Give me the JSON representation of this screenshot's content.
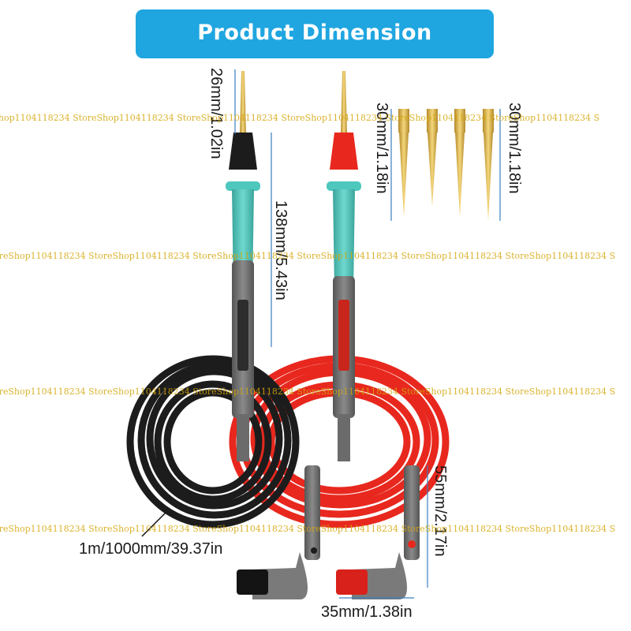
{
  "header": {
    "title": "Product Dimension",
    "color": "#1fa6e0"
  },
  "dimensions": {
    "tip_length": "26mm/1.02in",
    "probe_length": "138mm/5.43in",
    "spare_tip_left": "30mm/1.18in",
    "spare_tip_right": "30mm/1.18in",
    "cable_length": "1m/1000mm/39.37in",
    "plug_height": "55mm/2.17in",
    "plug_width": "35mm/1.38in"
  },
  "watermark": {
    "text": "StoreShop1104118234 StoreShop1104118234 StoreShop1104118234 StoreShop1104118234 StoreShop1104118234 StoreShop1104118234 StoreShop1104118234"
  },
  "colors": {
    "black_lead": "#1c1c1c",
    "red_lead": "#e8281e",
    "grip": "#4ec7bd",
    "handle": "#707070",
    "gold_tip": "#d8b24a"
  },
  "icons": [
    "probe-black",
    "probe-red",
    "gold-tip",
    "banana-plug-black",
    "banana-plug-red",
    "coiled-cable"
  ]
}
